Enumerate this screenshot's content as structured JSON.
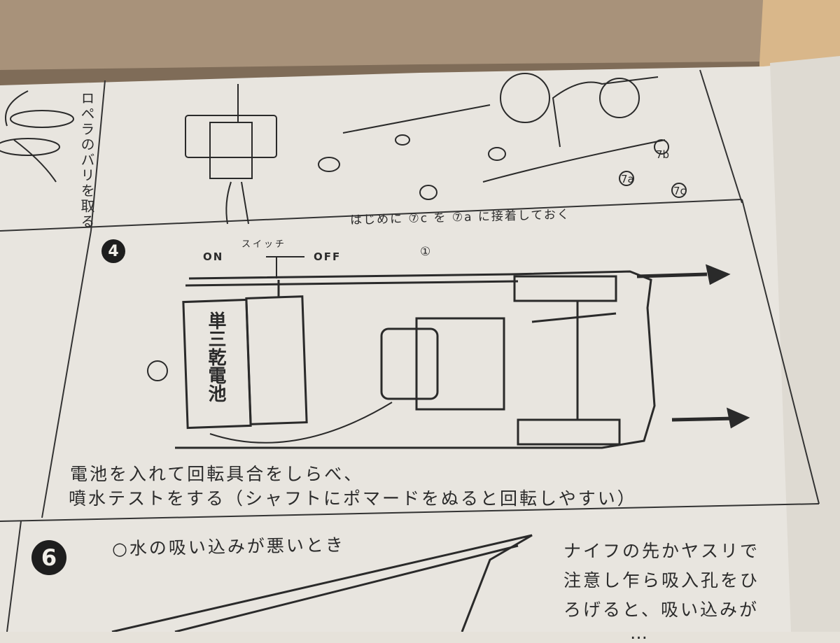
{
  "top_panel": {
    "left_vertical_note": "ロペラのバリを取る",
    "instruction": "はじめに ⑦c を ⑦a に接着しておく",
    "part_labels": [
      "7b",
      "7a",
      "7c"
    ]
  },
  "step4": {
    "number": "4",
    "switch_label": "スイッチ",
    "on_label": "ON",
    "off_label": "OFF",
    "part_marker": "①",
    "battery_label": "単三乾電池",
    "caption_line1": "電池を入れて回転具合をしらべ、",
    "caption_line2": "噴水テストをする（シャフトにポマードをぬると回転しやすい）"
  },
  "step6": {
    "number": "6",
    "heading": "○水の吸い込みが悪いとき",
    "note_lines": [
      "ナイフの先かヤスリで",
      "注意し乍ら吸入孔をひ",
      "ろげると、吸い込みが",
      "…"
    ]
  },
  "colors": {
    "cardboard": "#a8927a",
    "paper": "#e8e5df",
    "ink": "#2a2a2a",
    "wood": "#d9b78a",
    "blue": "#3a8fd0"
  }
}
